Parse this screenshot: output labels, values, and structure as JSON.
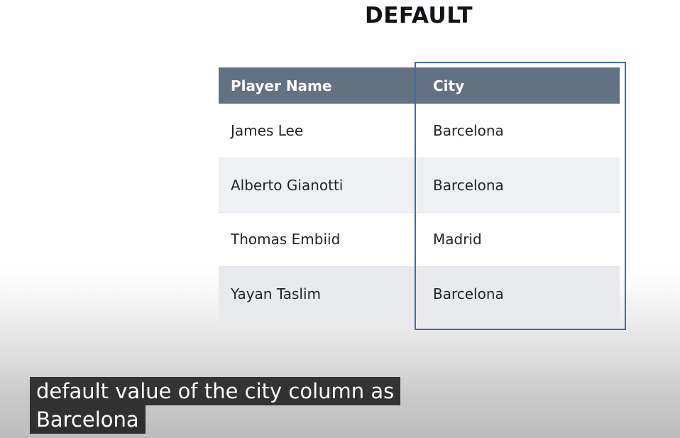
{
  "slide": {
    "title": "DEFAULT"
  },
  "table": {
    "headers": [
      "Player Name",
      "City"
    ],
    "rows": [
      [
        "James Lee",
        "Barcelona"
      ],
      [
        "Alberto Gianotti",
        "Barcelona"
      ],
      [
        "Thomas Embiid",
        "Madrid"
      ],
      [
        "Yayan Taslim",
        "Barcelona"
      ]
    ],
    "highlighted_column": "City",
    "header_color": "#637283",
    "highlight_color": "#2f6fc4"
  },
  "caption": {
    "line1": "default value of the city column as",
    "line2": "Barcelona"
  }
}
